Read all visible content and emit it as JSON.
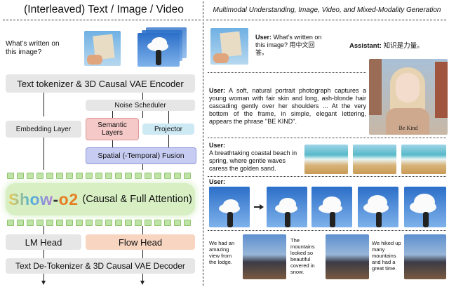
{
  "left": {
    "title": "(Interleaved) Text / Image / Video",
    "question": "What’s written on this image?",
    "encoder": "Text tokenizer & 3D Causal VAE Encoder",
    "noise_scheduler": "Noise Scheduler",
    "embedding_layer": "Embedding Layer",
    "semantic_layers": "Semantic Layers",
    "projector": "Projector",
    "fusion": "Spatial (-Temporal) Fusion",
    "model_show": "Show",
    "model_dash": "-",
    "model_o2": "o2",
    "model_attention": "(Causal & Full Attention)",
    "lm_head": "LM Head",
    "flow_head": "Flow Head",
    "decoder": "Text De-Tokenizer & 3D Causal VAE Decoder"
  },
  "right": {
    "title": "Multimodal Understanding, Image, Video, and Mixed-Modality Generation",
    "user_label": "User:",
    "assistant_label": "Assistant:",
    "q1": "What’s written on this image? 用中文回答。",
    "a1": "知识是力量。",
    "portrait_prompt": "A soft, natural portrait photograph captures a young woman with fair skin and long, ash-blonde hair cascading gently over her shoulders ... At the very bottom of the frame, in simple, elegant lettering, appears the phrase \"BE KIND\".",
    "portrait_caption": "Be Kind",
    "beach_prompt": "A breathtaking coastal beach in spring, where gentle waves caress the golden sand.",
    "mixed_texts": [
      "We had an amazing view from the lodge.",
      "The mountains looked so beautiful covered in snow.",
      "We hiked up many mountains and had a great time."
    ]
  },
  "colors": {
    "gray_box": "#e6e6e6",
    "semantic_pink": "#f4c9c7",
    "projector_blue": "#cde9f4",
    "fusion_purple": "#c7cdf2",
    "model_green": "#d7efc3",
    "flow_orange": "#f7d5c1",
    "token_green": "#bfe3a6"
  }
}
